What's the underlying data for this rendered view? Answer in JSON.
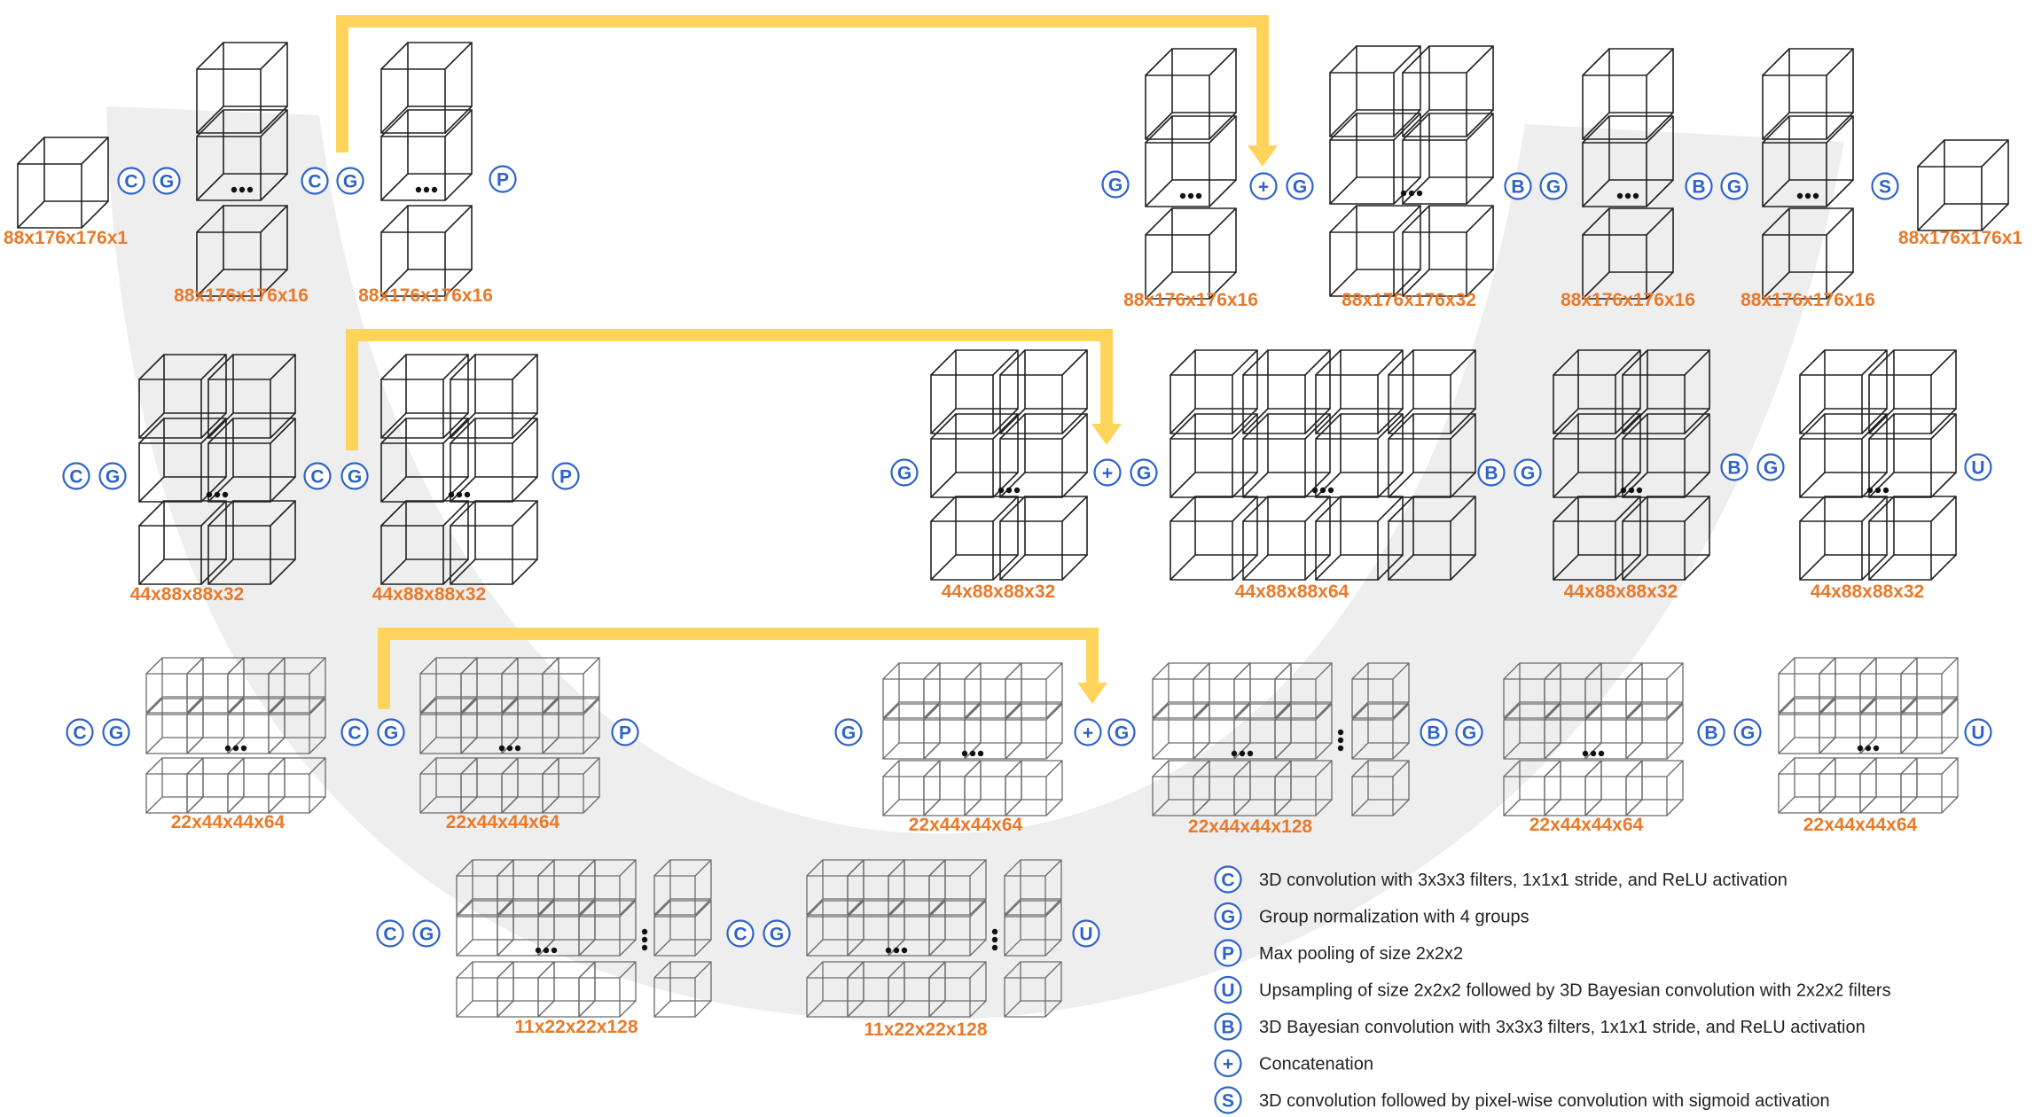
{
  "colors": {
    "label": "#e87a2a",
    "operation": "#2e63c9",
    "skip_connection": "#ffd45a",
    "u_shape": "#eeeeee",
    "cube_stroke": "#222222"
  },
  "dimension_labels": {
    "input": "88x176x176x1",
    "enc1_conv1": "88x176x176x16",
    "enc1_conv2": "88x176x176x16",
    "dec1_concat": "88x176x176x16",
    "dec1_merge": "88x176x176x32",
    "dec1_b1": "88x176x176x16",
    "dec1_b2": "88x176x176x16",
    "output": "88x176x176x1",
    "enc2_conv1": "44x88x88x32",
    "enc2_conv2": "44x88x88x32",
    "dec2_concat": "44x88x88x32",
    "dec2_merge": "44x88x88x64",
    "dec2_b1": "44x88x88x32",
    "dec2_b2": "44x88x88x32",
    "enc3_conv1": "22x44x44x64",
    "enc3_conv2": "22x44x44x64",
    "dec3_concat": "22x44x44x64",
    "dec3_merge": "22x44x44x128",
    "dec3_b1": "22x44x44x64",
    "dec3_b2": "22x44x44x64",
    "bottleneck1": "11x22x22x128",
    "bottleneck2": "11x22x22x128"
  },
  "op_letters": {
    "conv": "C",
    "group_norm": "G",
    "pool": "P",
    "upsample": "U",
    "bayes_conv": "B",
    "concat": "+",
    "sigmoid_out": "S"
  },
  "legend": [
    {
      "symbol": "C",
      "text": "3D convolution with 3x3x3 filters, 1x1x1 stride, and ReLU activation"
    },
    {
      "symbol": "G",
      "text": "Group normalization with 4 groups"
    },
    {
      "symbol": "P",
      "text": "Max pooling of size 2x2x2"
    },
    {
      "symbol": "U",
      "text": "Upsampling of size 2x2x2 followed by 3D Bayesian convolution with 2x2x2 filters"
    },
    {
      "symbol": "B",
      "text": "3D Bayesian convolution with 3x3x3 filters, 1x1x1 stride, and ReLU activation"
    },
    {
      "symbol": "+",
      "text": "Concatenation"
    },
    {
      "symbol": "S",
      "text": "3D convolution followed by pixel-wise convolution with sigmoid activation"
    }
  ]
}
